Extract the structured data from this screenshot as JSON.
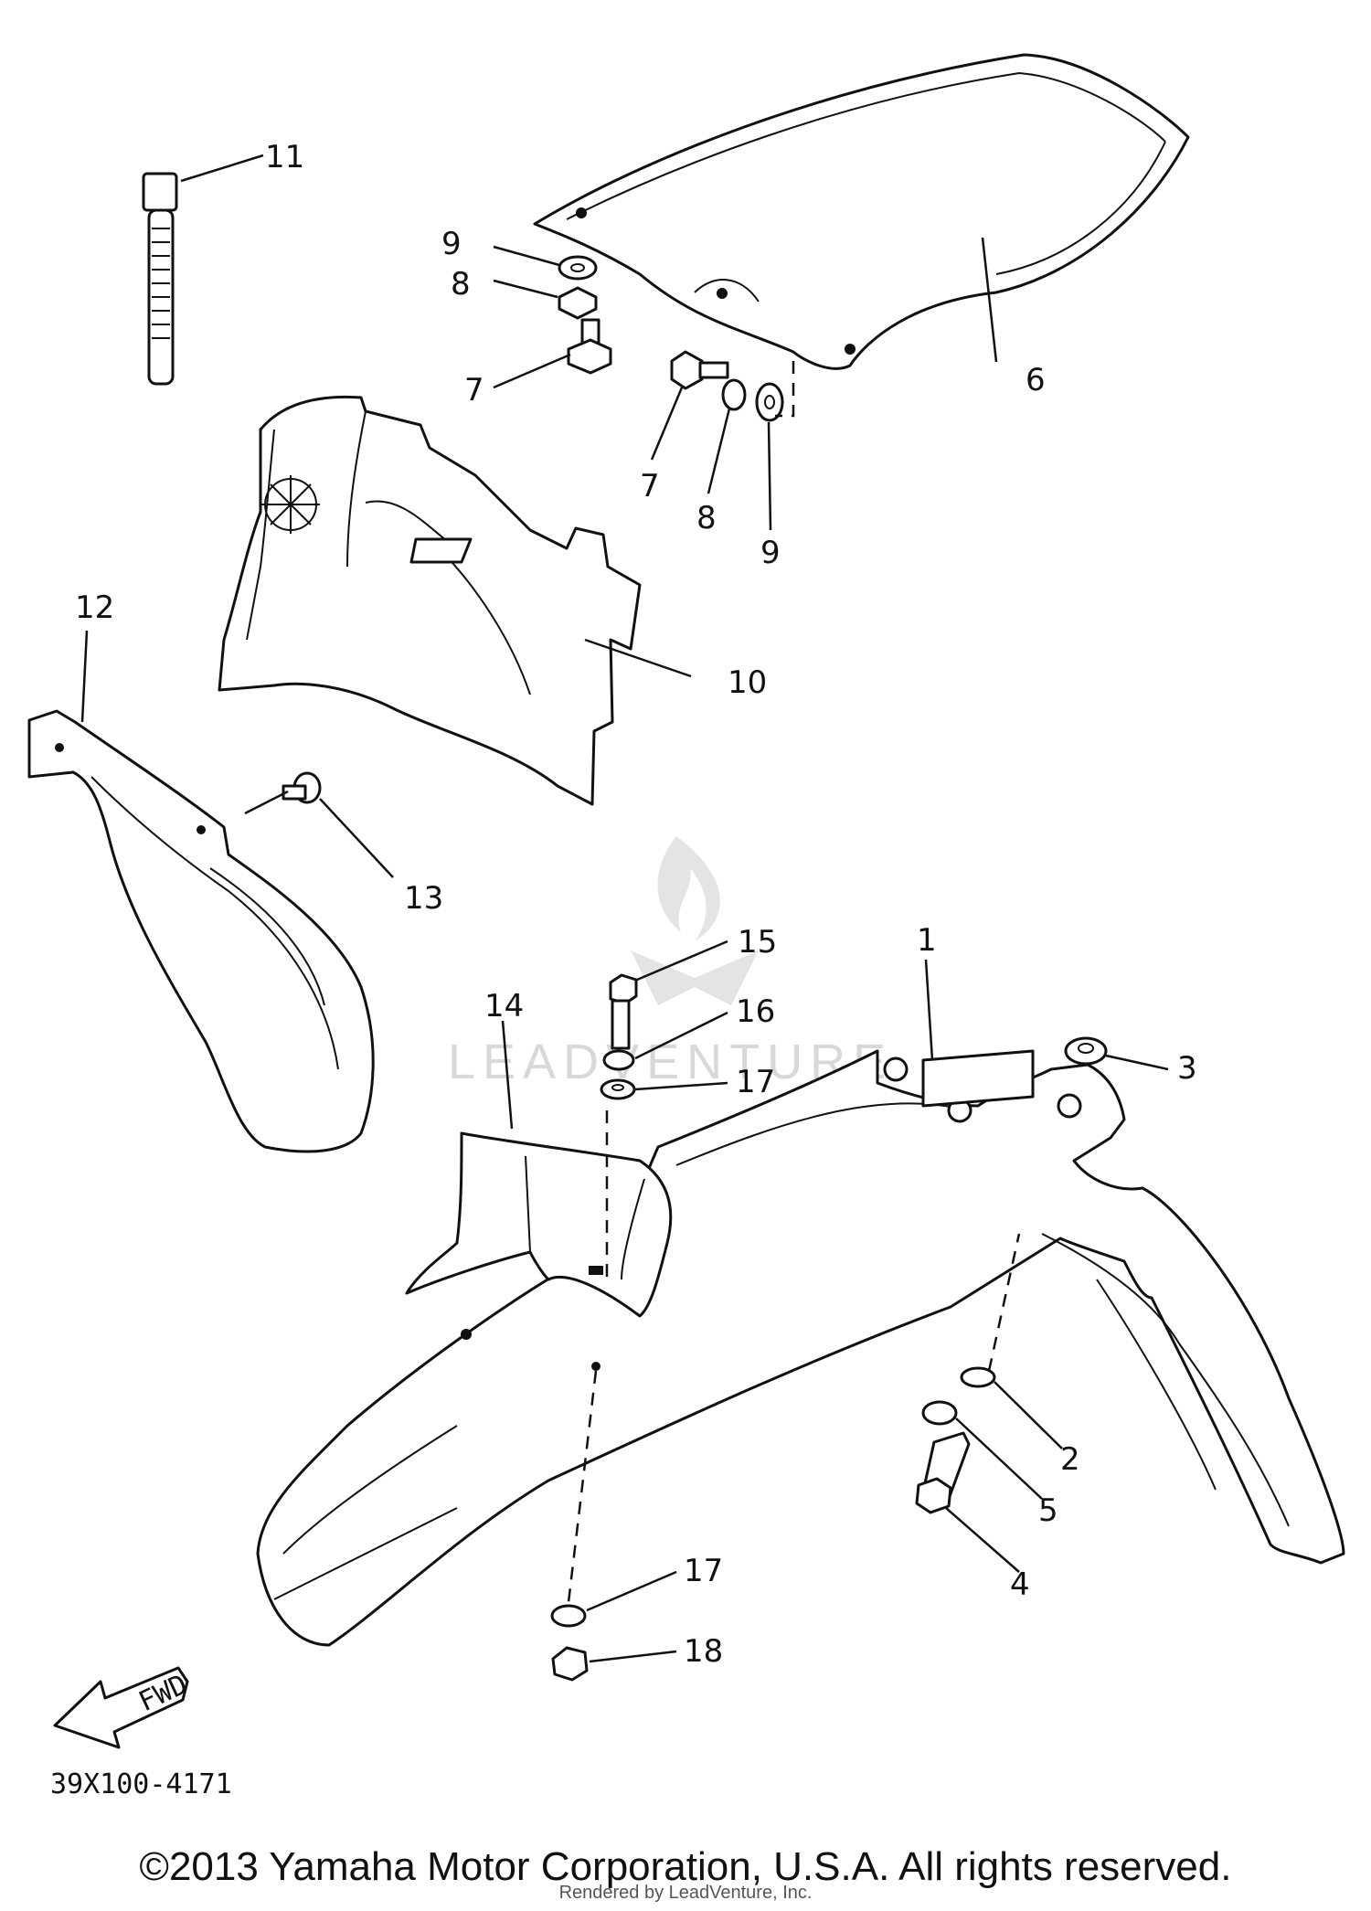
{
  "watermark_text": "LEADVENTURE",
  "diagram_code": "39X100-4171",
  "fwd_label": "FWD",
  "copyright": "©2013 Yamaha Motor Corporation, U.S.A. All rights reserved.",
  "rendered_by": "Rendered by LeadVenture, Inc.",
  "callouts": {
    "c1": "1",
    "c2": "2",
    "c3": "3",
    "c4": "4",
    "c5": "5",
    "c6": "6",
    "c7a": "7",
    "c7b": "7",
    "c8a": "8",
    "c8b": "8",
    "c9a": "9",
    "c9b": "9",
    "c10": "10",
    "c11": "11",
    "c12": "12",
    "c13": "13",
    "c14": "14",
    "c15": "15",
    "c16": "16",
    "c17a": "17",
    "c17b": "17",
    "c18": "18"
  }
}
